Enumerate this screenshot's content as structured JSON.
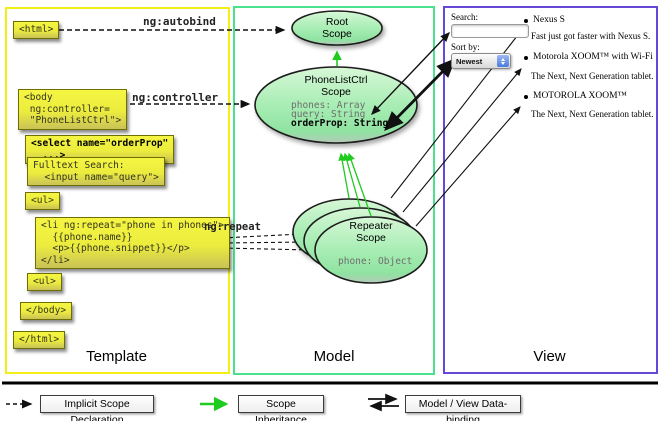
{
  "columns": {
    "template_label": "Template",
    "model_label": "Model",
    "view_label": "View"
  },
  "template": {
    "html_open": "<html>",
    "body_open": "<body\n ng:controller=\n \"PhoneListCtrl\">",
    "select_tag": "<select name=\"orderProp\"\n  ...>",
    "fulltext": "Fulltext Search:\n  <input name=\"query\">",
    "ul_open": "<ul>",
    "li_repeat": "<li ng:repeat=\"phone in phones\">\n  {{phone.name}}\n  <p>{{phone.snippet}}</p>\n</li>",
    "ul_close": "<ul>",
    "body_close": "</body>",
    "html_close": "</html>",
    "autobind_label": "ng:autobind",
    "controller_label": "ng:controller",
    "repeat_label": "ng:repeat"
  },
  "model": {
    "root_scope": {
      "title": "Root\nScope"
    },
    "phonelistctrl_scope": {
      "title": "PhoneListCtrl\nScope",
      "props": [
        "phones: Array",
        "query: String"
      ],
      "bold_prop": "orderProp: String"
    },
    "repeater_scope": {
      "title": "Repeater\nScope",
      "prop": "phone: Object"
    }
  },
  "view": {
    "search_label": "Search:",
    "search_value": "",
    "sort_label": "Sort by:",
    "sort_value": "Newest",
    "items": [
      {
        "title": "Nexus S",
        "desc": "Fast just got faster with Nexus S."
      },
      {
        "title": "Motorola XOOM™ with Wi-Fi",
        "desc": "The Next, Next Generation tablet."
      },
      {
        "title": "MOTOROLA XOOM™",
        "desc": "The Next, Next Generation tablet."
      }
    ]
  },
  "legend": {
    "implicit": "Implicit Scope Declaration",
    "inheritance": "Scope Inheritance",
    "databinding": "Model / View Data-binding"
  },
  "colors": {
    "template_border": "#f2ee16",
    "model_border": "#4ae28e",
    "view_border": "#6648d8",
    "inheritance_green": "#1ecb1e",
    "scope_fill_top": "#d7f7d7",
    "scope_fill_bottom": "#b6c9ba",
    "codebox_yellow": "#f0ef40"
  }
}
